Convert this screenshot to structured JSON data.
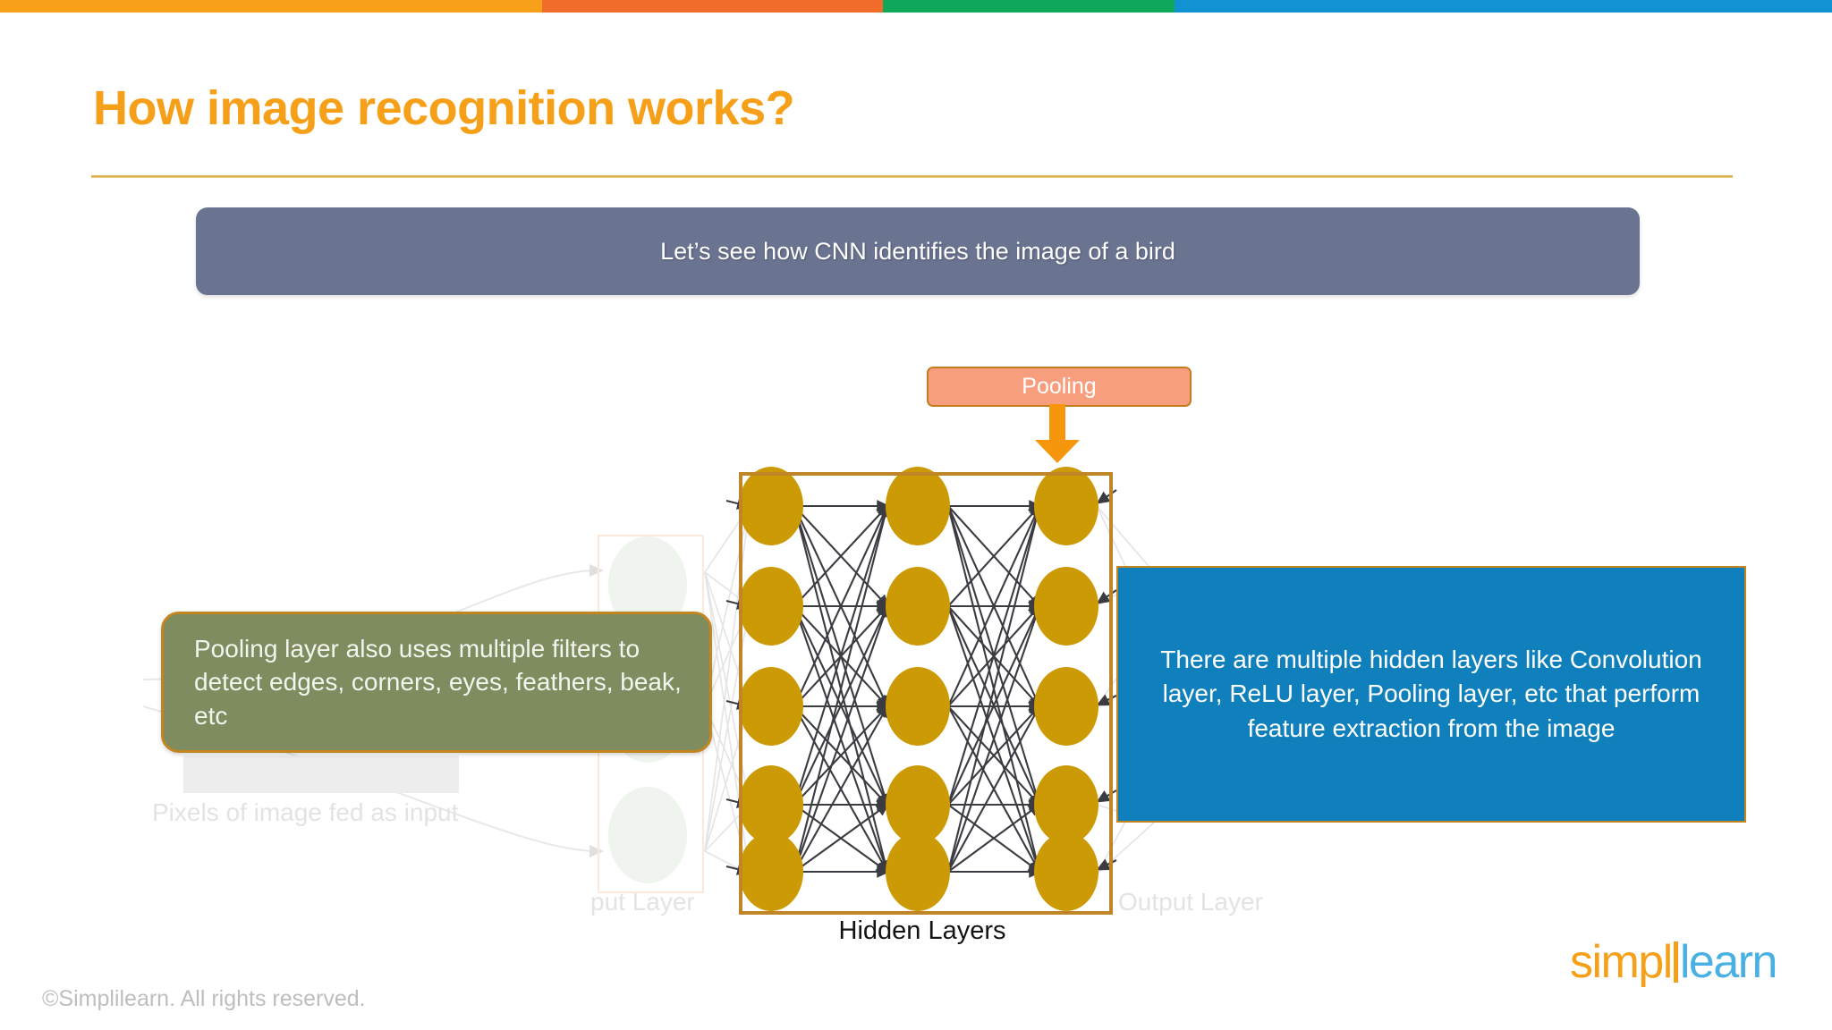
{
  "topbar": {
    "segments": [
      {
        "name": "orange",
        "color": "#F9A01B"
      },
      {
        "name": "deep-orange",
        "color": "#EF6C2B"
      },
      {
        "name": "green",
        "color": "#0FA85B"
      },
      {
        "name": "blue",
        "color": "#1392D3"
      }
    ]
  },
  "header": {
    "title": "How image recognition works?",
    "title_color": "#F6A01A"
  },
  "banner": {
    "text": "Let’s see how CNN identifies the image of a bird",
    "bg_color": "#6A7491",
    "text_color": "#FFFFFF"
  },
  "diagram": {
    "pooling_label": "Pooling",
    "pooling_bg": "#F79E7E",
    "pooling_border": "#C17D1E",
    "arrow_color": "#F6960C",
    "hidden_caption": "Hidden Layers",
    "hidden_border_color": "#C08526",
    "node_color": "#CC9A05",
    "connection_color": "#3B3B42",
    "layers": 3,
    "nodes_per_layer": 5
  },
  "ghost": {
    "pixels_label": "Pixels of image fed as input",
    "input_layer_label": "put Layer",
    "output_layer_label": "Output Layer",
    "label_color": "#E3E3E3"
  },
  "callouts": {
    "green": {
      "text": "Pooling layer also uses multiple filters to detect edges, corners, eyes, feathers, beak, etc",
      "bg_color": "#7E8C60",
      "border_color": "#C2851F",
      "text_color": "#F2F5ED"
    },
    "blue": {
      "text": "There are multiple hidden layers like Convolution layer, ReLU layer, Pooling layer, etc that perform feature extraction from the image",
      "bg_color": "#1080BC",
      "border_color": "#C2851F",
      "text_color": "#FFFFFF"
    }
  },
  "footer": {
    "copyright": "©Simplilearn. All rights reserved.",
    "logo_part1": "simpl",
    "logo_part2": "learn",
    "logo_color1": "#F6A01A",
    "logo_color2": "#49B0E3"
  }
}
